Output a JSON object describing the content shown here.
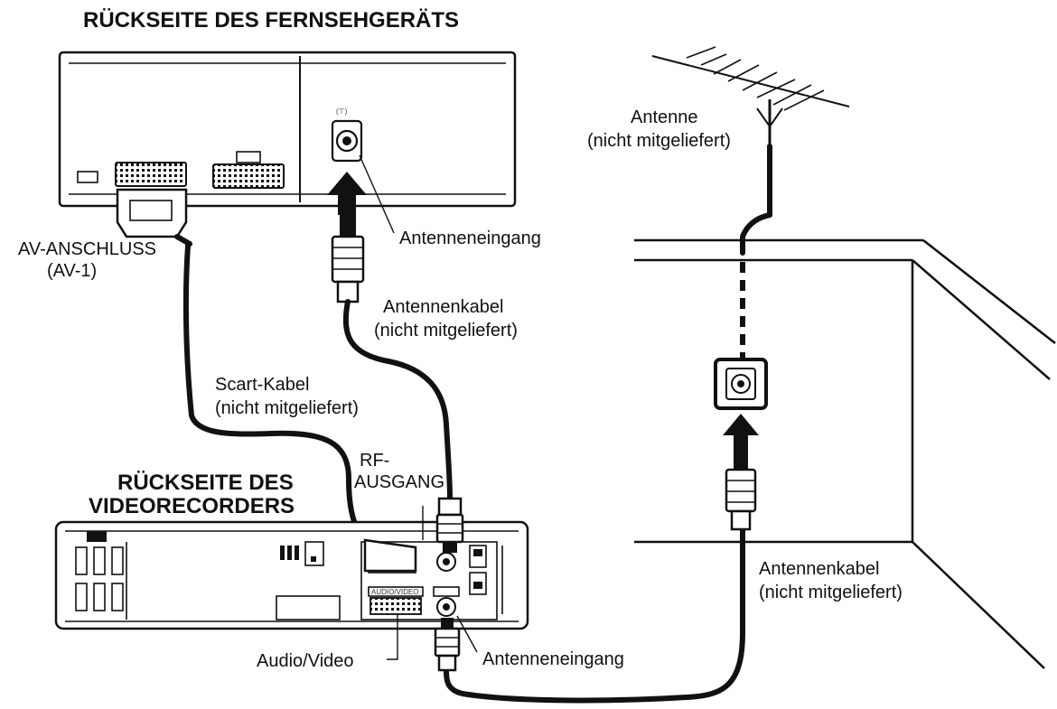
{
  "title_tv": "RÜCKSEITE DES FERNSEHGERÄTS",
  "title_vcr_line1": "RÜCKSEITE DES",
  "title_vcr_line2": "VIDEORECORDERS",
  "label_av_line1": "AV-ANSCHLUSS",
  "label_av_line2": "(AV-1)",
  "label_tv_antenna_in": "Antenneneingang",
  "label_antenna_line1": "Antenne",
  "label_antenna_line2": "(nicht mitgeliefert)",
  "label_antenna_cable_tv_line1": "Antennenkabel",
  "label_antenna_cable_tv_line2": "(nicht mitgeliefert)",
  "label_scart_line1": "Scart-Kabel",
  "label_scart_line2": "(nicht mitgeliefert)",
  "label_rf_line1": "RF-",
  "label_rf_line2": "AUSGANG",
  "label_antenna_cable_wall_line1": "Antennenkabel",
  "label_antenna_cable_wall_line2": "(nicht mitgeliefert)",
  "label_audio_video": "Audio/Video",
  "label_vcr_antenna_in": "Antenneneingang",
  "colors": {
    "line": "#111111",
    "background": "#ffffff"
  },
  "icons": [
    "antenna-icon",
    "wall-socket-icon",
    "scart-plug-icon",
    "coax-plug-icon",
    "arrow-up-icon"
  ]
}
